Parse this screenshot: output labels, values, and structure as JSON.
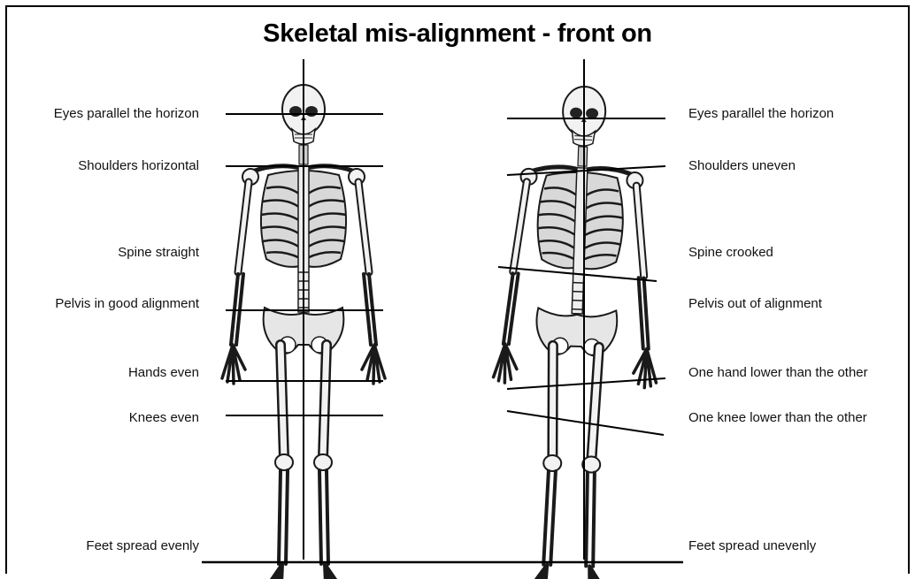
{
  "title": "Skeletal mis-alignment - front on",
  "left_labels": [
    "Eyes parallel the horizon",
    "Shoulders horizontal",
    "Spine straight",
    "Pelvis in good alignment",
    "Hands even",
    "Knees even",
    "Feet spread evenly"
  ],
  "right_labels": [
    "Eyes parallel the horizon",
    "Shoulders uneven",
    "Spine crooked",
    "Pelvis out of alignment",
    "One hand lower than the other",
    "One knee lower than the other",
    "Feet spread unevenly"
  ],
  "colors": {
    "line": "#000000",
    "bone": "#f2f2f2",
    "bone_stroke": "#1a1a1a",
    "text": "#111111"
  }
}
